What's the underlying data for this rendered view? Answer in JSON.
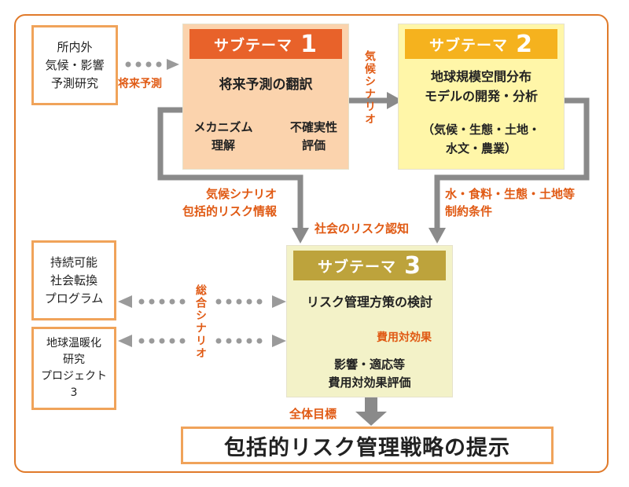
{
  "external": {
    "top_left": [
      "所内外",
      "気候・影響",
      "予測研究"
    ],
    "sustainable": [
      "持続可能",
      "社会転換",
      "プログラム"
    ],
    "global_warming": [
      "地球温暖化",
      "研究",
      "プロジェクト",
      "3"
    ]
  },
  "sub1": {
    "head": "サブテーマ",
    "num": "1",
    "title": "将来予測の翻訳",
    "mechanism": [
      "メカニズム",
      "理解"
    ],
    "uncertainty": [
      "不確実性",
      "評価"
    ]
  },
  "sub2": {
    "head": "サブテーマ",
    "num": "2",
    "title": [
      "地球規模空間分布",
      "モデルの開発・分析"
    ],
    "detail": [
      "（気候・生態・土地・",
      "水文・農業）"
    ]
  },
  "sub3": {
    "head": "サブテーマ",
    "num": "3",
    "title": "リスク管理方策の検討",
    "cost_label": "費用対効果",
    "bottom": [
      "影響・適応等",
      "費用対効果評価"
    ]
  },
  "labels": {
    "future_prediction": "将来予測",
    "climate_scenario": "気候シナリオ",
    "scenario_risk": [
      "気候シナリオ",
      "包括的リスク情報"
    ],
    "social_risk": "社会のリスク認知",
    "constraints": [
      "水・食料・生態・土地等",
      "制約条件"
    ],
    "integrated_scenario": "総合シナリオ",
    "overall_goal": "全体目標"
  },
  "final": "包括的リスク管理戦略の提示",
  "colors": {
    "frame": "#e07a2a",
    "sub1_head": "#e8622a",
    "sub1_body": "#fbd3ad",
    "sub2_head": "#f5b21e",
    "sub2_body": "#fff6a8",
    "sub3_head": "#bda33c",
    "sub3_body": "#f3f2c8",
    "label": "#e05a14",
    "arrow": "#8a8a8a"
  }
}
